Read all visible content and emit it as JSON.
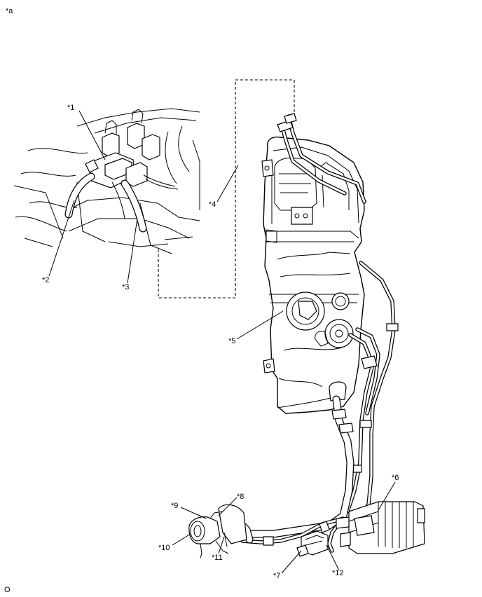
{
  "figure": {
    "corner_top_left": "*a",
    "corner_bottom_left": "O"
  },
  "callouts": [
    {
      "id": "c1",
      "text": "*1"
    },
    {
      "id": "c2",
      "text": "*2"
    },
    {
      "id": "c3",
      "text": "*3"
    },
    {
      "id": "c4",
      "text": "*4"
    },
    {
      "id": "c5",
      "text": "*5"
    },
    {
      "id": "c6",
      "text": "*6"
    },
    {
      "id": "c7",
      "text": "*7"
    },
    {
      "id": "c8",
      "text": "*8"
    },
    {
      "id": "c9",
      "text": "*9"
    },
    {
      "id": "c10",
      "text": "*10"
    },
    {
      "id": "c11",
      "text": "*11"
    },
    {
      "id": "c12",
      "text": "*12"
    }
  ]
}
